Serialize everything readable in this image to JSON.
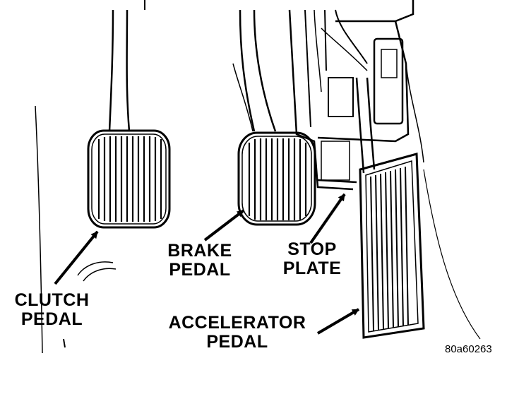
{
  "labels": {
    "clutch": {
      "line1": "CLUTCH",
      "line2": "PEDAL"
    },
    "brake": {
      "line1": "BRAKE",
      "line2": "PEDAL"
    },
    "stop_plate": {
      "line1": "STOP",
      "line2": "PLATE"
    },
    "accelerator": {
      "line1": "ACCELERATOR",
      "line2": "PEDAL"
    }
  },
  "figure_id": "80a60263",
  "colors": {
    "ink": "#000000",
    "paper": "#ffffff"
  }
}
